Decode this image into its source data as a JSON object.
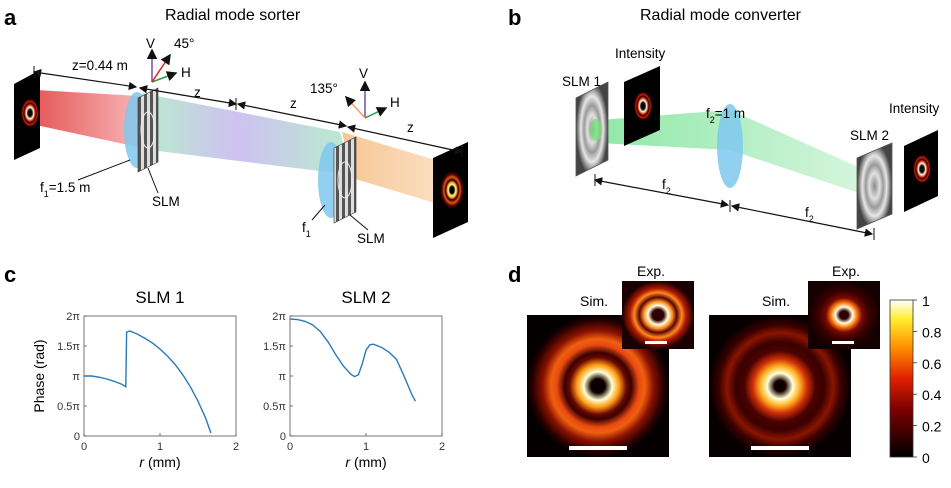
{
  "panels": {
    "a": {
      "letter": "a",
      "title": "Radial mode sorter",
      "z_distance": "z=0.44 m",
      "z": "z",
      "pol_v": "V",
      "pol_h": "H",
      "pol_45": "45°",
      "pol_135": "135°",
      "f1_lens": "f",
      "f1_sub": "1",
      "f1_value": "=1.5 m",
      "slm": "SLM",
      "f1_short": "f",
      "f1_short_sub": "1"
    },
    "b": {
      "letter": "b",
      "title": "Radial mode converter",
      "slm1": "SLM 1",
      "slm2": "SLM 2",
      "intensity": "Intensity",
      "f2_label": "f",
      "f2_sub": "2",
      "f2_value": "=1 m"
    },
    "c": {
      "letter": "c"
    },
    "d": {
      "letter": "d",
      "sim": "Sim.",
      "exp": "Exp."
    }
  },
  "colors": {
    "red_beam": "#e8585a",
    "purple_beam": "#b8a6e6",
    "green_beam": "#8fe6a6",
    "orange_beam": "#f4c28e",
    "lens": "#7fc8ef",
    "line": "#2a7ab8"
  },
  "colorbar": {
    "ticks": [
      "1",
      "0.8",
      "0.6",
      "0.4",
      "0.2",
      "0"
    ]
  },
  "chart_data": [
    {
      "type": "line",
      "title": "SLM 1",
      "xlabel": "r (mm)",
      "ylabel": "Phase (rad)",
      "xlim": [
        0,
        2
      ],
      "ylim": [
        0,
        2
      ],
      "x_ticks": [
        "0",
        "1",
        "2"
      ],
      "y_ticks": [
        "0",
        "0.5π",
        "π",
        "1.5π",
        "2π"
      ],
      "series": [
        {
          "x": [
            0,
            0.1,
            0.2,
            0.3,
            0.4,
            0.5,
            0.55,
            0.56,
            0.6,
            0.7,
            0.8,
            0.9,
            1.0,
            1.1,
            1.2,
            1.3,
            1.4,
            1.5,
            1.6,
            1.67
          ],
          "y": [
            1.0,
            1.0,
            0.98,
            0.95,
            0.91,
            0.86,
            0.82,
            1.73,
            1.75,
            1.7,
            1.63,
            1.55,
            1.45,
            1.33,
            1.19,
            1.02,
            0.82,
            0.58,
            0.3,
            0.05
          ]
        }
      ]
    },
    {
      "type": "line",
      "title": "SLM 2",
      "xlabel": "r (mm)",
      "ylabel": "",
      "xlim": [
        0,
        2
      ],
      "ylim": [
        0,
        2
      ],
      "x_ticks": [
        "0",
        "1",
        "2"
      ],
      "y_ticks": [
        "0",
        "0.5π",
        "π",
        "1.5π",
        "2π"
      ],
      "series": [
        {
          "x": [
            0,
            0.1,
            0.2,
            0.3,
            0.4,
            0.5,
            0.6,
            0.7,
            0.8,
            0.85,
            0.9,
            0.95,
            1.0,
            1.05,
            1.1,
            1.2,
            1.3,
            1.4,
            1.5,
            1.6,
            1.65
          ],
          "y": [
            1.95,
            1.94,
            1.91,
            1.85,
            1.74,
            1.57,
            1.36,
            1.17,
            1.03,
            0.99,
            1.02,
            1.2,
            1.43,
            1.52,
            1.53,
            1.48,
            1.4,
            1.28,
            1.0,
            0.7,
            0.58
          ]
        }
      ]
    }
  ]
}
